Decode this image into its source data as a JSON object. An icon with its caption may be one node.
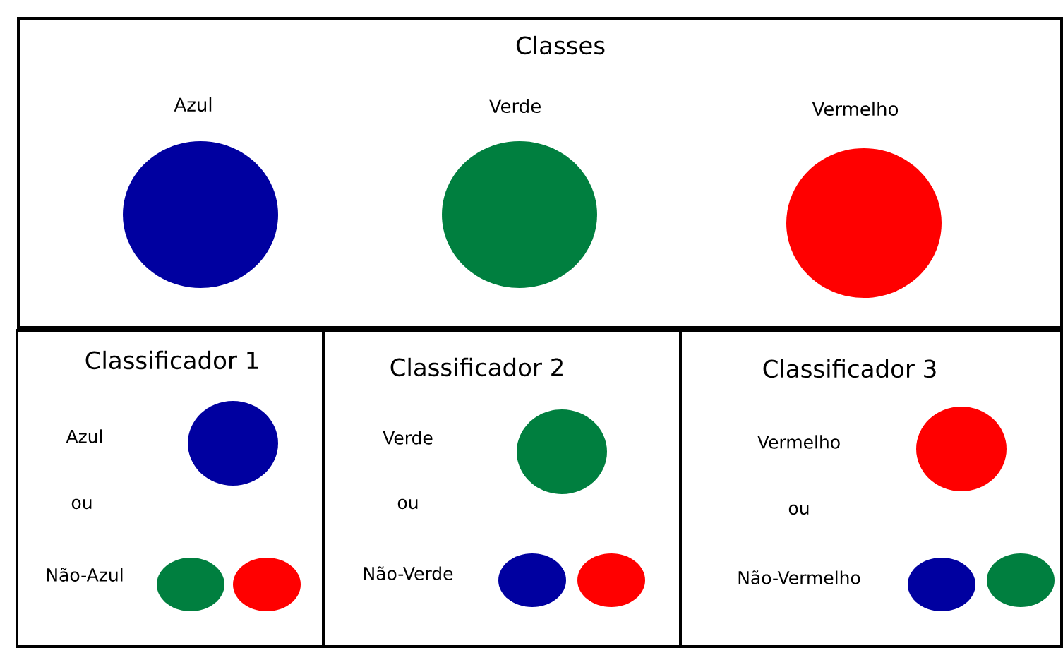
{
  "diagram": {
    "nodes": [
      {
        "text": [
          "Classes"
        ]
      },
      {
        "text": [],
        "shape": "circle",
        "in": 0,
        "beside": [
          "Azul"
        ]
      },
      {
        "text": [],
        "shape": "circle",
        "in": 0,
        "beside": [
          "Verde"
        ]
      },
      {
        "text": [],
        "shape": "circle",
        "in": 0,
        "beside": [
          "Vermelho"
        ]
      },
      {
        "text": [
          "Classificador 1",
          "Azul",
          "ou",
          "Não-Azul"
        ]
      },
      {
        "text": [],
        "shape": "circle",
        "in": 4
      },
      {
        "text": [],
        "shape": "circle",
        "in": 4
      },
      {
        "text": [],
        "shape": "circle",
        "in": 4
      },
      {
        "text": [
          "Classificador 2",
          "Verde",
          "ou",
          "Não-Verde"
        ]
      },
      {
        "text": [],
        "shape": "circle",
        "in": 8
      },
      {
        "text": [],
        "shape": "circle",
        "in": 8
      },
      {
        "text": [],
        "shape": "circle",
        "in": 8
      },
      {
        "text": [
          "Classificador 3",
          "Vermelho",
          "ou",
          "Não-Vermelho"
        ]
      },
      {
        "text": [],
        "shape": "circle",
        "in": 12
      },
      {
        "text": [],
        "shape": "circle",
        "in": 12
      },
      {
        "text": [],
        "shape": "circle",
        "in": 12
      }
    ]
  }
}
